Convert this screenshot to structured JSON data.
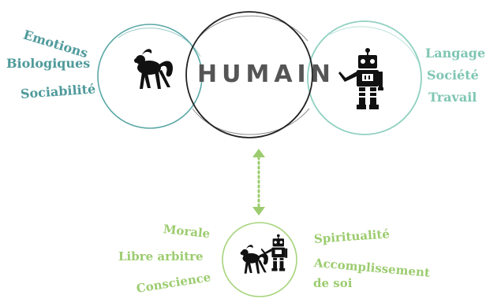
{
  "center": {
    "label": "HUMAIN"
  },
  "left": {
    "lines": [
      "Emotions",
      "Biologiques",
      "Sociabilité"
    ],
    "icon": "monkey-icon"
  },
  "right": {
    "lines": [
      "Langage",
      "Société",
      "Travail"
    ],
    "icon": "robot-icon"
  },
  "bottom": {
    "left_lines": [
      "Morale",
      "Libre arbitre",
      "Conscience"
    ],
    "right_lines": [
      "Spiritualité",
      "Accomplissement",
      "de soi"
    ],
    "icons": [
      "monkey-icon",
      "robot-icon"
    ]
  },
  "connector": {
    "style": "dotted",
    "arrows": "both"
  },
  "colors": {
    "left_text": "#4f9a9b",
    "right_text": "#7fc6b3",
    "bottom_text": "#9ccc6f",
    "left_circle": "#5aa7a6",
    "right_circle": "#8fd0c0",
    "bottom_circle": "#a6d47c",
    "center_circle": "#222222",
    "arrow": "#9ccc6f"
  }
}
